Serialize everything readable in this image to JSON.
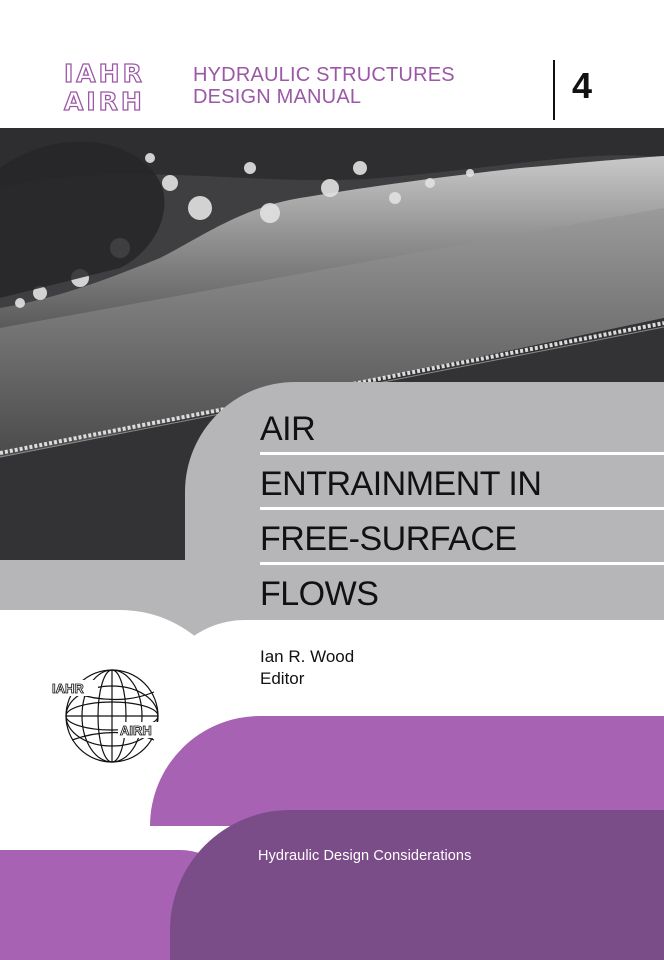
{
  "header": {
    "logo_line1": "IAHR",
    "logo_line2": "AIRH",
    "series_line1": "HYDRAULIC STRUCTURES",
    "series_line2": "DESIGN MANUAL",
    "volume": "4"
  },
  "title": {
    "lines": [
      "AIR",
      "ENTRAINMENT IN",
      "FREE-SURFACE",
      "FLOWS"
    ]
  },
  "editor": {
    "name": "Ian R. Wood",
    "role": "Editor"
  },
  "globe": {
    "label_top": "IAHR",
    "label_bottom": "AIRH"
  },
  "subtitle": "Hydraulic Design Considerations",
  "colors": {
    "purple": "#a862b3",
    "dark_purple": "#7a4c88",
    "grey": "#b6b6b8",
    "photo_dark": "#3a3a3c"
  }
}
